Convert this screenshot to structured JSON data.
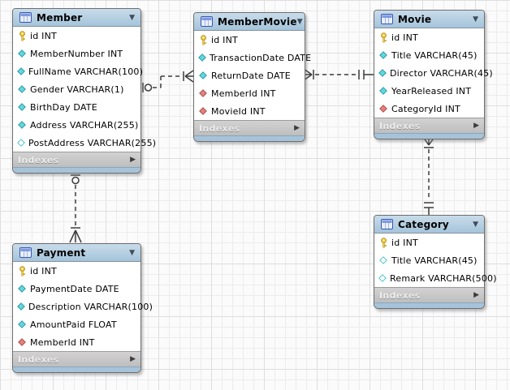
{
  "app": "eer-diagram-canvas",
  "labels": {
    "indexes": "Indexes"
  },
  "colors": {
    "header_blue": "#A9C7DE",
    "footer_gray": "#C9C9C9",
    "bottom_strip_blue": "#A6C3DA",
    "primary_key_gold": "#F2CF45",
    "notnull_cyan": "#63D7DF",
    "nullable_white": "#FFFFFF",
    "foreign_key_red": "#E2827F",
    "relationship_line": "#3C3C3C",
    "grid_line": "#ECECEC"
  },
  "icon_legend": {
    "primary-key-icon": "gold key = primary key column",
    "column-notnull-icon": "filled cyan diamond = NOT NULL column",
    "column-nullable-icon": "hollow cyan diamond = nullable column",
    "foreign-key-icon": "red diamond = foreign key column",
    "table-icon": "small blue table grid",
    "collapse-triangle-icon": "▼",
    "expand-arrow-icon": "▶"
  },
  "tables": [
    {
      "name": "Member",
      "columns": [
        {
          "label": "id INT",
          "icon": "primary-key-icon"
        },
        {
          "label": "MemberNumber INT",
          "icon": "column-notnull-icon"
        },
        {
          "label": "FullName VARCHAR(100)",
          "icon": "column-notnull-icon"
        },
        {
          "label": "Gender VARCHAR(1)",
          "icon": "column-notnull-icon"
        },
        {
          "label": "BirthDay DATE",
          "icon": "column-notnull-icon"
        },
        {
          "label": "Address VARCHAR(255)",
          "icon": "column-notnull-icon"
        },
        {
          "label": "PostAddress VARCHAR(255)",
          "icon": "column-nullable-icon"
        }
      ]
    },
    {
      "name": "MemberMovie",
      "columns": [
        {
          "label": "id INT",
          "icon": "primary-key-icon"
        },
        {
          "label": "TransactionDate DATE",
          "icon": "column-notnull-icon"
        },
        {
          "label": "ReturnDate DATE",
          "icon": "column-notnull-icon"
        },
        {
          "label": "MemberId INT",
          "icon": "foreign-key-icon"
        },
        {
          "label": "MovieId INT",
          "icon": "foreign-key-icon"
        }
      ]
    },
    {
      "name": "Movie",
      "columns": [
        {
          "label": "id INT",
          "icon": "primary-key-icon"
        },
        {
          "label": "Title VARCHAR(45)",
          "icon": "column-notnull-icon"
        },
        {
          "label": "Director VARCHAR(45)",
          "icon": "column-notnull-icon"
        },
        {
          "label": "YearReleased INT",
          "icon": "column-notnull-icon"
        },
        {
          "label": "CategoryId INT",
          "icon": "foreign-key-icon"
        }
      ]
    },
    {
      "name": "Category",
      "columns": [
        {
          "label": "id INT",
          "icon": "primary-key-icon"
        },
        {
          "label": "Title VARCHAR(45)",
          "icon": "column-nullable-icon"
        },
        {
          "label": "Remark VARCHAR(500)",
          "icon": "column-nullable-icon"
        }
      ]
    },
    {
      "name": "Payment",
      "columns": [
        {
          "label": "id INT",
          "icon": "primary-key-icon"
        },
        {
          "label": "PaymentDate DATE",
          "icon": "column-notnull-icon"
        },
        {
          "label": "Description VARCHAR(100)",
          "icon": "column-notnull-icon"
        },
        {
          "label": "AmountPaid FLOAT",
          "icon": "column-notnull-icon"
        },
        {
          "label": "MemberId INT",
          "icon": "foreign-key-icon"
        }
      ]
    }
  ],
  "relationships": [
    {
      "from": "Member",
      "to": "MemberMovie",
      "from_end": "one-optional (bar + circle)",
      "to_end": "many (crow's foot + bar)",
      "line": "dashed"
    },
    {
      "from": "MemberMovie",
      "to": "Movie",
      "from_end": "many (crow's foot + bar)",
      "to_end": "one-mandatory (double bar)",
      "line": "dashed"
    },
    {
      "from": "Movie",
      "to": "Category",
      "from_end": "many (crow's foot + bar)",
      "to_end": "one-mandatory (double bar)",
      "line": "dashed"
    },
    {
      "from": "Member",
      "to": "Payment",
      "from_end": "one-optional (bar + circle)",
      "to_end": "many (bar + crow's foot)",
      "line": "dashed"
    }
  ]
}
